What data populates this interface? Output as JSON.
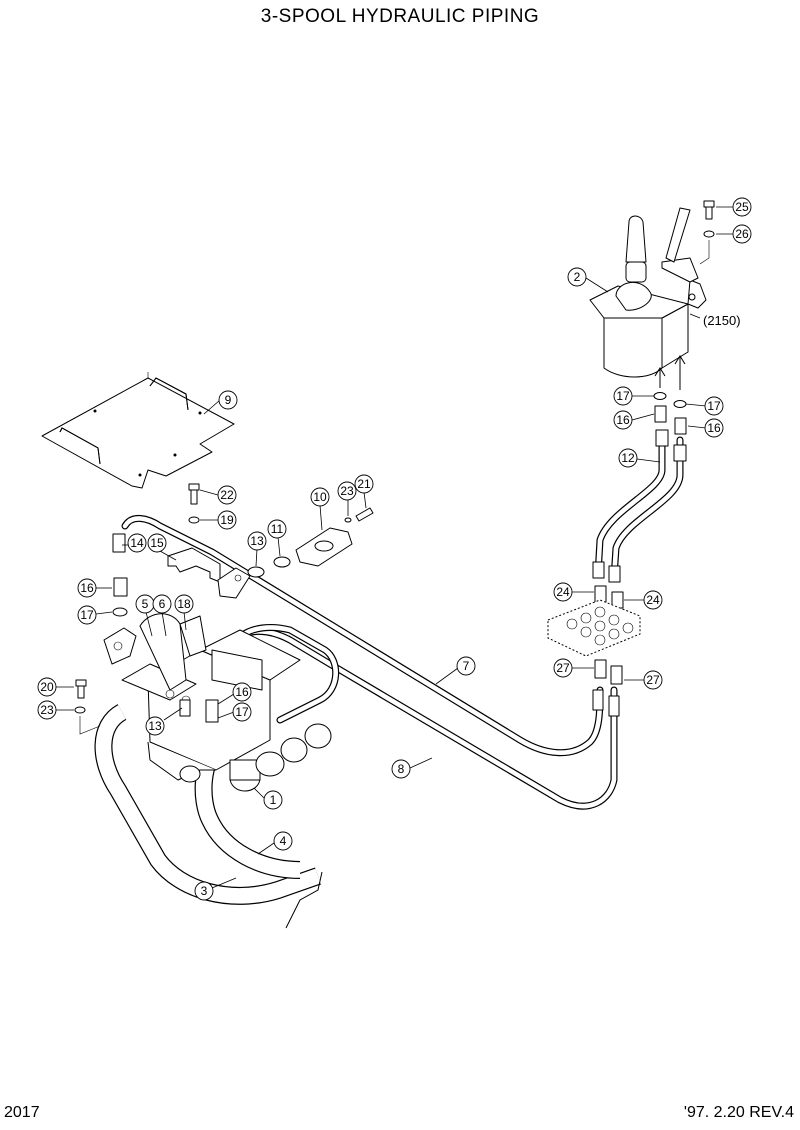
{
  "title": "3-SPOOL HYDRAULIC PIPING",
  "footer": {
    "page": "2017",
    "revision": "'97. 2.20  REV.4"
  },
  "reference": "(2150)",
  "callouts": [
    "1",
    "2",
    "3",
    "4",
    "5",
    "6",
    "7",
    "8",
    "9",
    "10",
    "11",
    "12",
    "13",
    "13",
    "14",
    "15",
    "16",
    "16",
    "16",
    "16",
    "17",
    "17",
    "17",
    "17",
    "18",
    "19",
    "20",
    "21",
    "22",
    "23",
    "23",
    "24",
    "24",
    "25",
    "26",
    "27",
    "27"
  ]
}
